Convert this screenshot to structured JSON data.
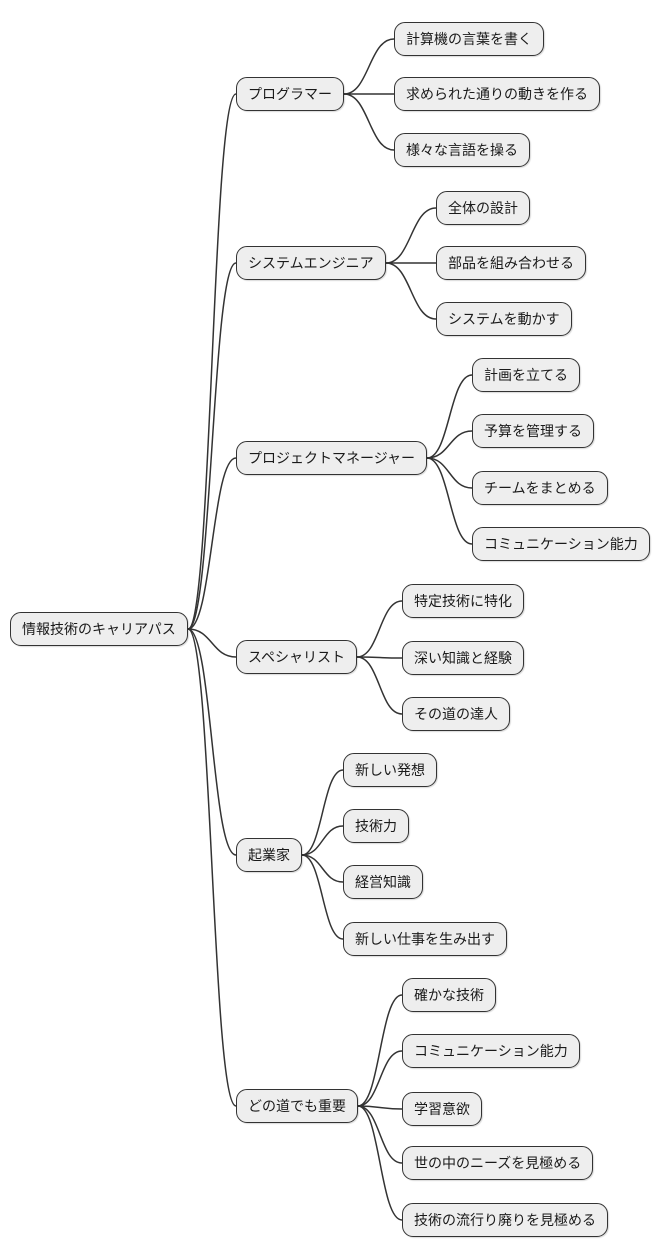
{
  "diagram": {
    "root": {
      "label": "情報技術のキャリアパス"
    },
    "branches": [
      {
        "label": "プログラマー",
        "children": [
          "計算機の言葉を書く",
          "求められた通りの動きを作る",
          "様々な言語を操る"
        ]
      },
      {
        "label": "システムエンジニア",
        "children": [
          "全体の設計",
          "部品を組み合わせる",
          "システムを動かす"
        ]
      },
      {
        "label": "プロジェクトマネージャー",
        "children": [
          "計画を立てる",
          "予算を管理する",
          "チームをまとめる",
          "コミュニケーション能力"
        ]
      },
      {
        "label": "スペシャリスト",
        "children": [
          "特定技術に特化",
          "深い知識と経験",
          "その道の達人"
        ]
      },
      {
        "label": "起業家",
        "children": [
          "新しい発想",
          "技術力",
          "経営知識",
          "新しい仕事を生み出す"
        ]
      },
      {
        "label": "どの道でも重要",
        "children": [
          "確かな技術",
          "コミュニケーション能力",
          "学習意欲",
          "世の中のニーズを見極める",
          "技術の流行り廃りを見極める"
        ]
      }
    ]
  },
  "colors": {
    "background": "#ffffff",
    "node_fill": "#eeeeee",
    "node_border": "#333333",
    "edge": "#333333",
    "text": "#1a1a1a"
  }
}
